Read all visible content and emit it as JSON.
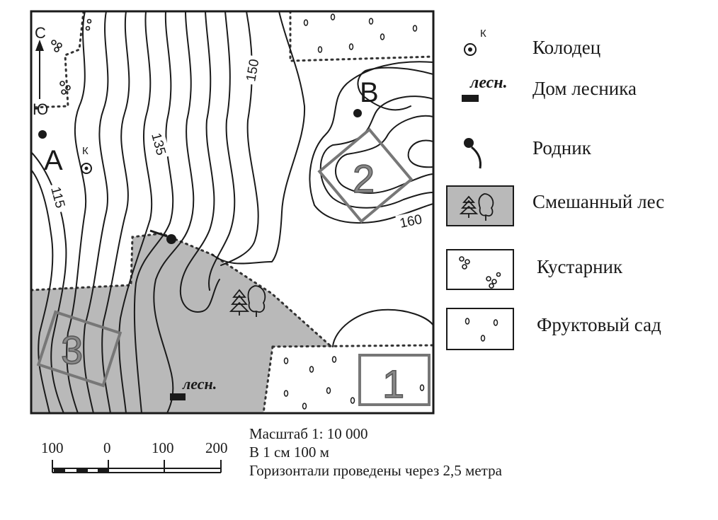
{
  "map": {
    "compass": {
      "north": "С",
      "south": "Ю"
    },
    "points": {
      "a": "А",
      "b": "В"
    },
    "well_marker": "К",
    "contour_labels": [
      "115",
      "135",
      "150",
      "160"
    ],
    "plots": [
      "1",
      "2",
      "3"
    ],
    "forester_label": "лесн.",
    "colors": {
      "forest": "#b9b9b9",
      "ink": "#1a1a1a",
      "plot_frame": "#777777"
    }
  },
  "legend": {
    "items": [
      {
        "icon": "well-icon",
        "label": "Колодец",
        "marker": "К"
      },
      {
        "icon": "forester-house-icon",
        "label": "Дом лесника",
        "marker": "лесн."
      },
      {
        "icon": "spring-icon",
        "label": "Родник"
      },
      {
        "icon": "mixed-forest-icon",
        "label": "Смешанный лес"
      },
      {
        "icon": "shrub-icon",
        "label": "Кустарник"
      },
      {
        "icon": "orchard-icon",
        "label": "Фруктовый сад"
      }
    ]
  },
  "scale": {
    "ticks": [
      "100",
      "0",
      "100",
      "200"
    ],
    "text_lines": [
      "Масштаб 1: 10 000",
      "В 1 см 100 м",
      "Горизонтали проведены через 2,5 метра"
    ]
  }
}
